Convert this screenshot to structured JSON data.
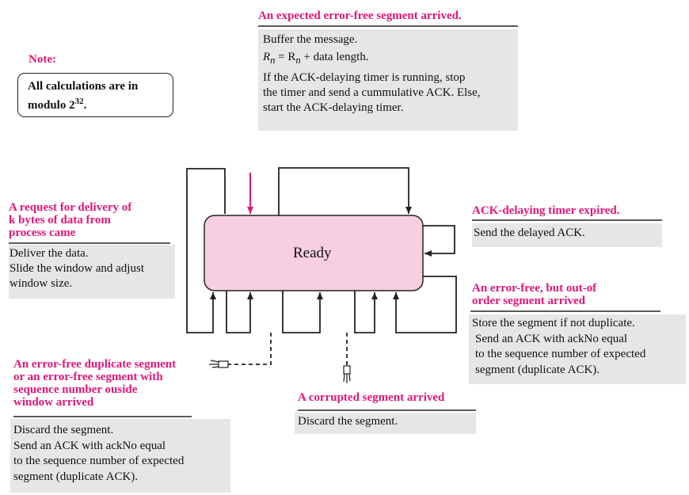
{
  "note": {
    "title": "Note:",
    "line1": "All calculations are in",
    "line2_prefix": "modulo 2",
    "line2_exp": "32",
    "line2_suffix": "."
  },
  "state": {
    "label": "Ready"
  },
  "expected": {
    "title": "An expected error-free segment arrived.",
    "lines": [
      "Buffer the message.",
      "= R",
      "+ data length.",
      "If the ACK-delaying timer is running, stop",
      "the timer and send a cummulative ACK. Else,",
      "start the ACK-delaying timer."
    ],
    "var": "R",
    "sub": "n"
  },
  "request": {
    "title_lines": [
      "A request for delivery of",
      "k bytes of data from",
      "process came"
    ],
    "lines": [
      "Deliver the data.",
      "Slide the window and adjust",
      "window size."
    ]
  },
  "timer": {
    "title": "ACK-delaying timer expired.",
    "lines": [
      "Send the delayed ACK."
    ]
  },
  "outoforder": {
    "title_lines": [
      "An error-free, but out-of",
      "order segment arrived"
    ],
    "lines": [
      "Store the segment if not duplicate.",
      "Send an ACK with ackNo equal",
      "to the sequence number of expected",
      "segment (duplicate ACK)."
    ]
  },
  "duplicate": {
    "title_lines": [
      "An error-free duplicate segment",
      "or an error-free segment with",
      "sequence number ouside",
      "window arrived"
    ],
    "lines": [
      "Discard the segment.",
      "Send an ACK with ackNo equal",
      "to the sequence number of expected",
      "segment (duplicate ACK)."
    ]
  },
  "corrupted": {
    "title": "A corrupted segment arrived",
    "lines": [
      "Discard the segment."
    ]
  },
  "colors": {
    "accent": "#e0157a",
    "state_fill": "#f7cfe0",
    "box_fill": "#e6e6e6"
  }
}
